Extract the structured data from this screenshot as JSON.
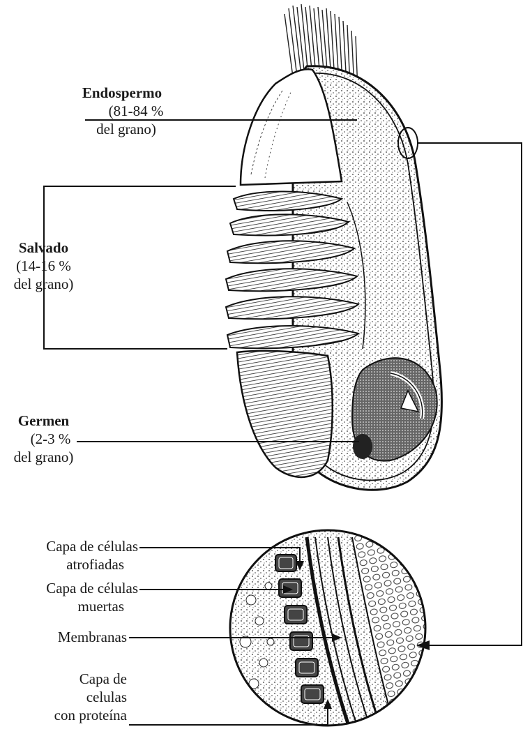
{
  "labels": {
    "endospermo": {
      "title": "Endospermo",
      "line1": "(81-84 %",
      "line2": "del grano)"
    },
    "salvado": {
      "title": "Salvado",
      "line1": "(14-16 %",
      "line2": "del grano)"
    },
    "germen": {
      "title": "Germen",
      "line1": "(2-3 %",
      "line2": "del grano)"
    },
    "capa_atrofiadas": {
      "line1": "Capa de células",
      "line2": "atrofiadas"
    },
    "capa_muertas": {
      "line1": "Capa de células",
      "line2": "muertas"
    },
    "membranas": {
      "line1": "Membranas"
    },
    "capa_proteina": {
      "line1": "Capa de",
      "line2": "celulas",
      "line3": "con proteína"
    }
  }
}
